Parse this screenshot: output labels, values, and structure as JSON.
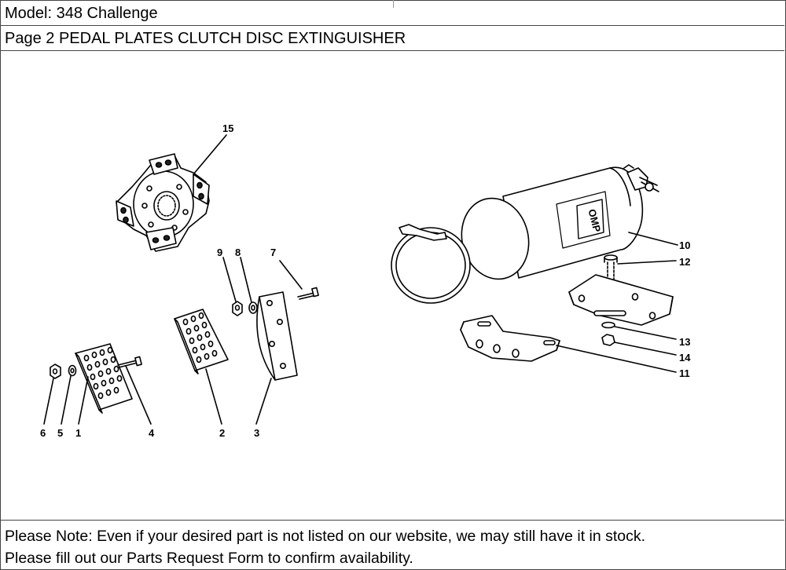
{
  "header": {
    "model": "Model: 348 Challenge",
    "page": "Page 2  PEDAL PLATES  CLUTCH DISC EXTINGUISHER"
  },
  "diagram": {
    "callouts": {
      "c15": "15",
      "c9": "9",
      "c8": "8",
      "c7": "7",
      "c10": "10",
      "c12": "12",
      "c13": "13",
      "c14": "14",
      "c11": "11",
      "c6": "6",
      "c5": "5",
      "c1": "1",
      "c4": "4",
      "c2": "2",
      "c3": "3"
    },
    "extinguisher_brand": "OMP"
  },
  "note": {
    "line1": "Please Note: Even if your desired part is not listed on our website, we may still have it in stock.",
    "line2": "Please fill out our Parts Request Form to confirm availability."
  }
}
